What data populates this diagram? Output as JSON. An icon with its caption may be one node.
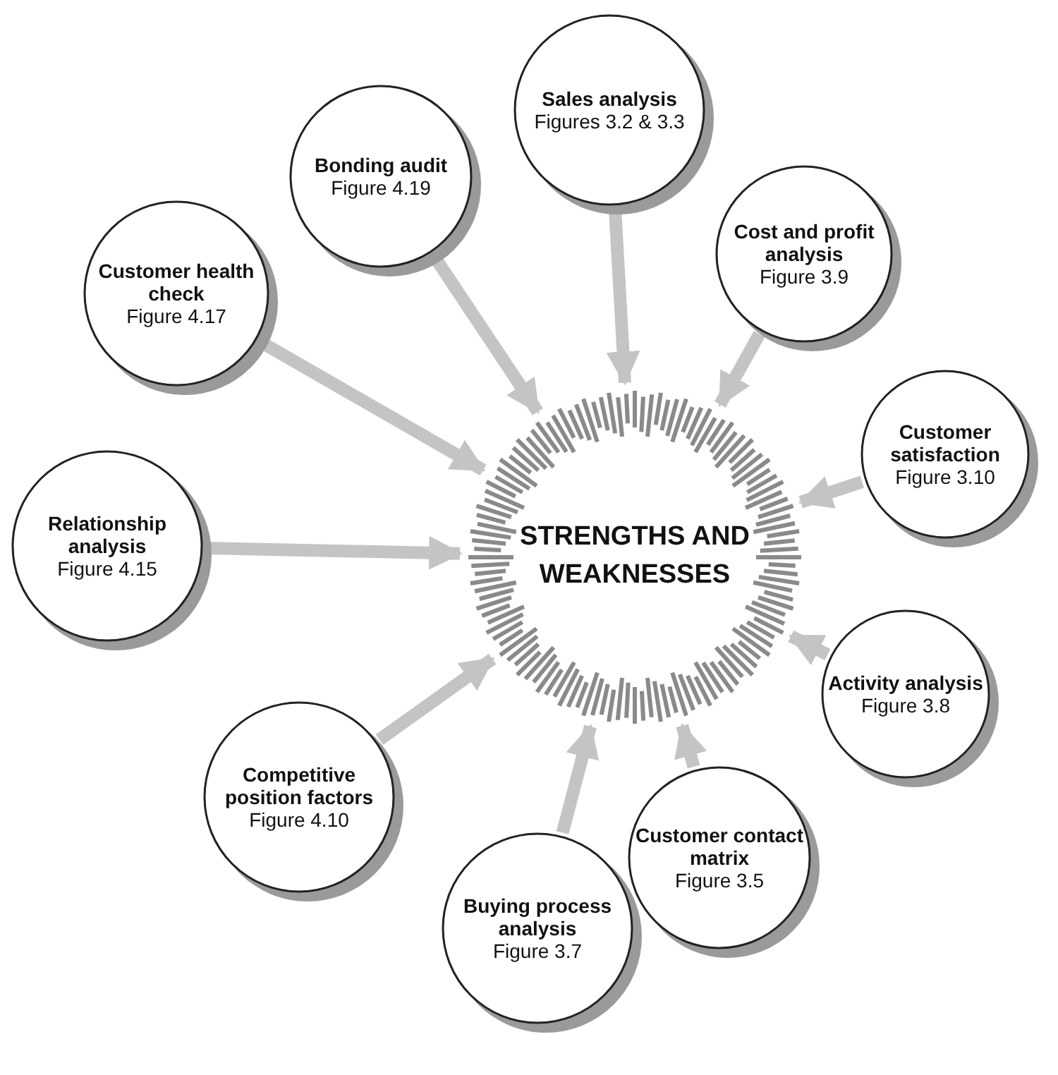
{
  "diagram": {
    "nodes": [
      {
        "text": [
          "STRENGTHS AND WEAKNESSES"
        ]
      },
      {
        "text": [
          "Sales analysis",
          "Figures 3.2 & 3.3"
        ]
      },
      {
        "text": [
          "Cost and profit analysis",
          "Figure 3.9"
        ]
      },
      {
        "text": [
          "Customer satisfaction",
          "Figure 3.10"
        ]
      },
      {
        "text": [
          "Activity analysis",
          "Figure 3.8"
        ]
      },
      {
        "text": [
          "Customer contact matrix",
          "Figure 3.5"
        ]
      },
      {
        "text": [
          "Buying process analysis",
          "Figure 3.7"
        ]
      },
      {
        "text": [
          "Competitive position factors",
          "Figure 4.10"
        ]
      },
      {
        "text": [
          "Relationship analysis",
          "Figure 4.15"
        ]
      },
      {
        "text": [
          "Customer health check",
          "Figure 4.17"
        ]
      },
      {
        "text": [
          "Bonding audit",
          "Figure 4.19"
        ]
      }
    ],
    "edges": [
      {
        "from": 1,
        "to": 0,
        "arrow": "to"
      },
      {
        "from": 2,
        "to": 0,
        "arrow": "to"
      },
      {
        "from": 3,
        "to": 0,
        "arrow": "to"
      },
      {
        "from": 4,
        "to": 0,
        "arrow": "to"
      },
      {
        "from": 5,
        "to": 0,
        "arrow": "to"
      },
      {
        "from": 6,
        "to": 0,
        "arrow": "to"
      },
      {
        "from": 7,
        "to": 0,
        "arrow": "to"
      },
      {
        "from": 8,
        "to": 0,
        "arrow": "to"
      },
      {
        "from": 9,
        "to": 0,
        "arrow": "to"
      },
      {
        "from": 10,
        "to": 0,
        "arrow": "to"
      }
    ]
  }
}
